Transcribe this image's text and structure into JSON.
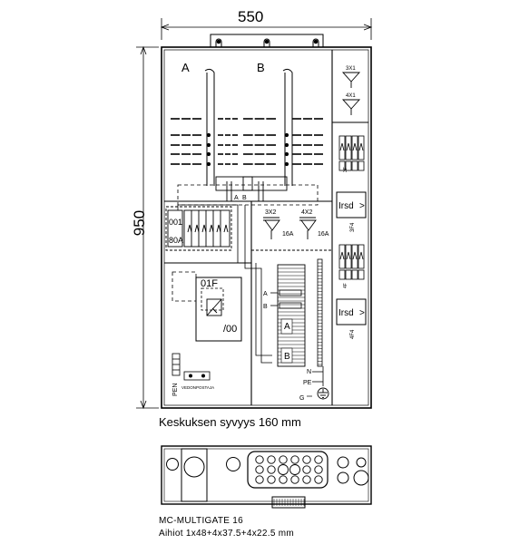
{
  "dimensions": {
    "width": "550",
    "height": "950",
    "depth_note": "Keskuksen syvyys 160 mm"
  },
  "meter_sections": {
    "left": "A",
    "right": "B",
    "bus_a": "A",
    "bus_b": "B"
  },
  "main_switch": {
    "label_line1": "001",
    "label_line2": "80A",
    "breaker_label": "01F",
    "switch_text": "/00"
  },
  "right_column": {
    "breaker_top_1": "3X1",
    "breaker_top_2": "4X1",
    "group_1": "3F",
    "group_2": "4F",
    "relay_label": "Irsd",
    "relay_arrow": ">",
    "terminal_label_1": "3F4",
    "terminal_label_2": "4F4"
  },
  "fuses": {
    "label_1": "3X2",
    "label_2": "4X2",
    "rating_1": "16A",
    "rating_2": "16A"
  },
  "terminals": {
    "phase_a": "A",
    "phase_b": "B",
    "tag_a": "A",
    "tag_b": "B",
    "n": "N",
    "pe": "PE",
    "ground": "G"
  },
  "pen": {
    "label": "PEN",
    "strain_relief": "VEDONPOSTAJA"
  },
  "cable_gland": {
    "model": "MC-MULTIGATE 16",
    "holes": "Aihiot 1x48+4x37.5+4x22.5 mm"
  }
}
